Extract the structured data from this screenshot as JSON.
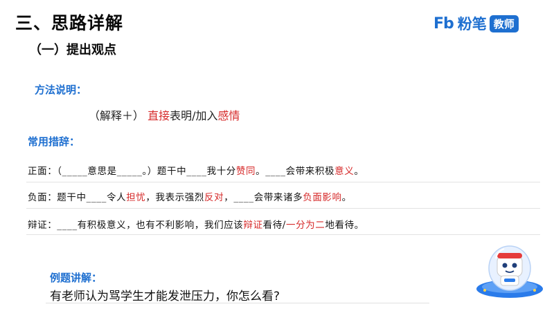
{
  "header": {
    "title": "三、思路详解",
    "subtitle": "（一）提出观点"
  },
  "logo": {
    "mark": "Fb",
    "name": "粉笔",
    "badge": "教师"
  },
  "method": {
    "label": "方法说明：",
    "prefix": "（解释＋）",
    "red1": "直接",
    "mid": "表明/加入",
    "red2": "感情"
  },
  "phrases": {
    "label": "常用措辞：",
    "positive": {
      "p1": "正面：（_____意思是_____。）题干中____我十分",
      "r1": "赞同",
      "p2": "。____会带来积极",
      "r2": "意义",
      "p3": "。"
    },
    "negative": {
      "p1": "负面：题干中____令人",
      "r1": "担忧",
      "p2": "，我表示强烈",
      "r2": "反对",
      "p3": "，____会带来诸多",
      "r3": "负面影响",
      "p4": "。"
    },
    "dialectic": {
      "p1": "辩证：____有积极意义，也有不利影响，我们应该",
      "r1": "辩证",
      "p2": "看待/",
      "r2": "一分为二",
      "p3": "地看待。"
    }
  },
  "example": {
    "label": "例题讲解：",
    "question": "有老师认为骂学生才能发泄压力，你怎么看?"
  },
  "colors": {
    "accent": "#1e6fd0",
    "highlight": "#d62a2a"
  },
  "icons": {
    "mascot": "robot-mascot-icon"
  }
}
